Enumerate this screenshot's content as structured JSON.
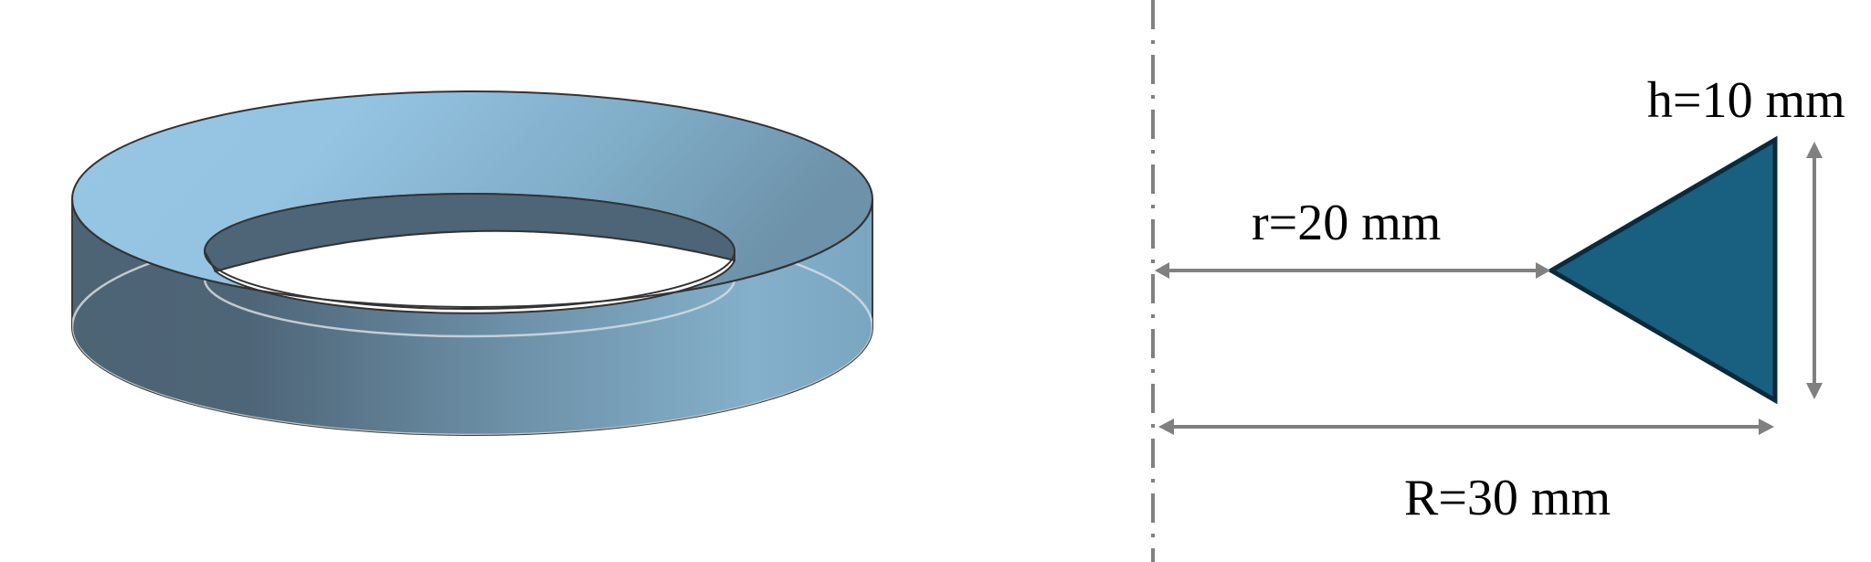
{
  "figure": {
    "left_panel": {
      "name": "3D annular ring (torus-like band) render",
      "colors": {
        "top_face_light": "#98c8e6",
        "top_face_dark": "#6f95ad",
        "side_dark": "#4e6577",
        "side_light": "#86b4d0",
        "inner_wall": "#4e6577",
        "edge": "#333333",
        "hidden_line": "#d8dde2"
      }
    },
    "right_panel": {
      "name": "Cross-section dimension sketch",
      "labels": {
        "inner_radius": "r=20 mm",
        "outer_radius": "R=30 mm",
        "height": "h=10 mm"
      },
      "colors": {
        "triangle_fill": "#185f80",
        "triangle_stroke": "#0c2a3a",
        "dimension_line": "#808080",
        "axis_line": "#808080"
      }
    }
  }
}
